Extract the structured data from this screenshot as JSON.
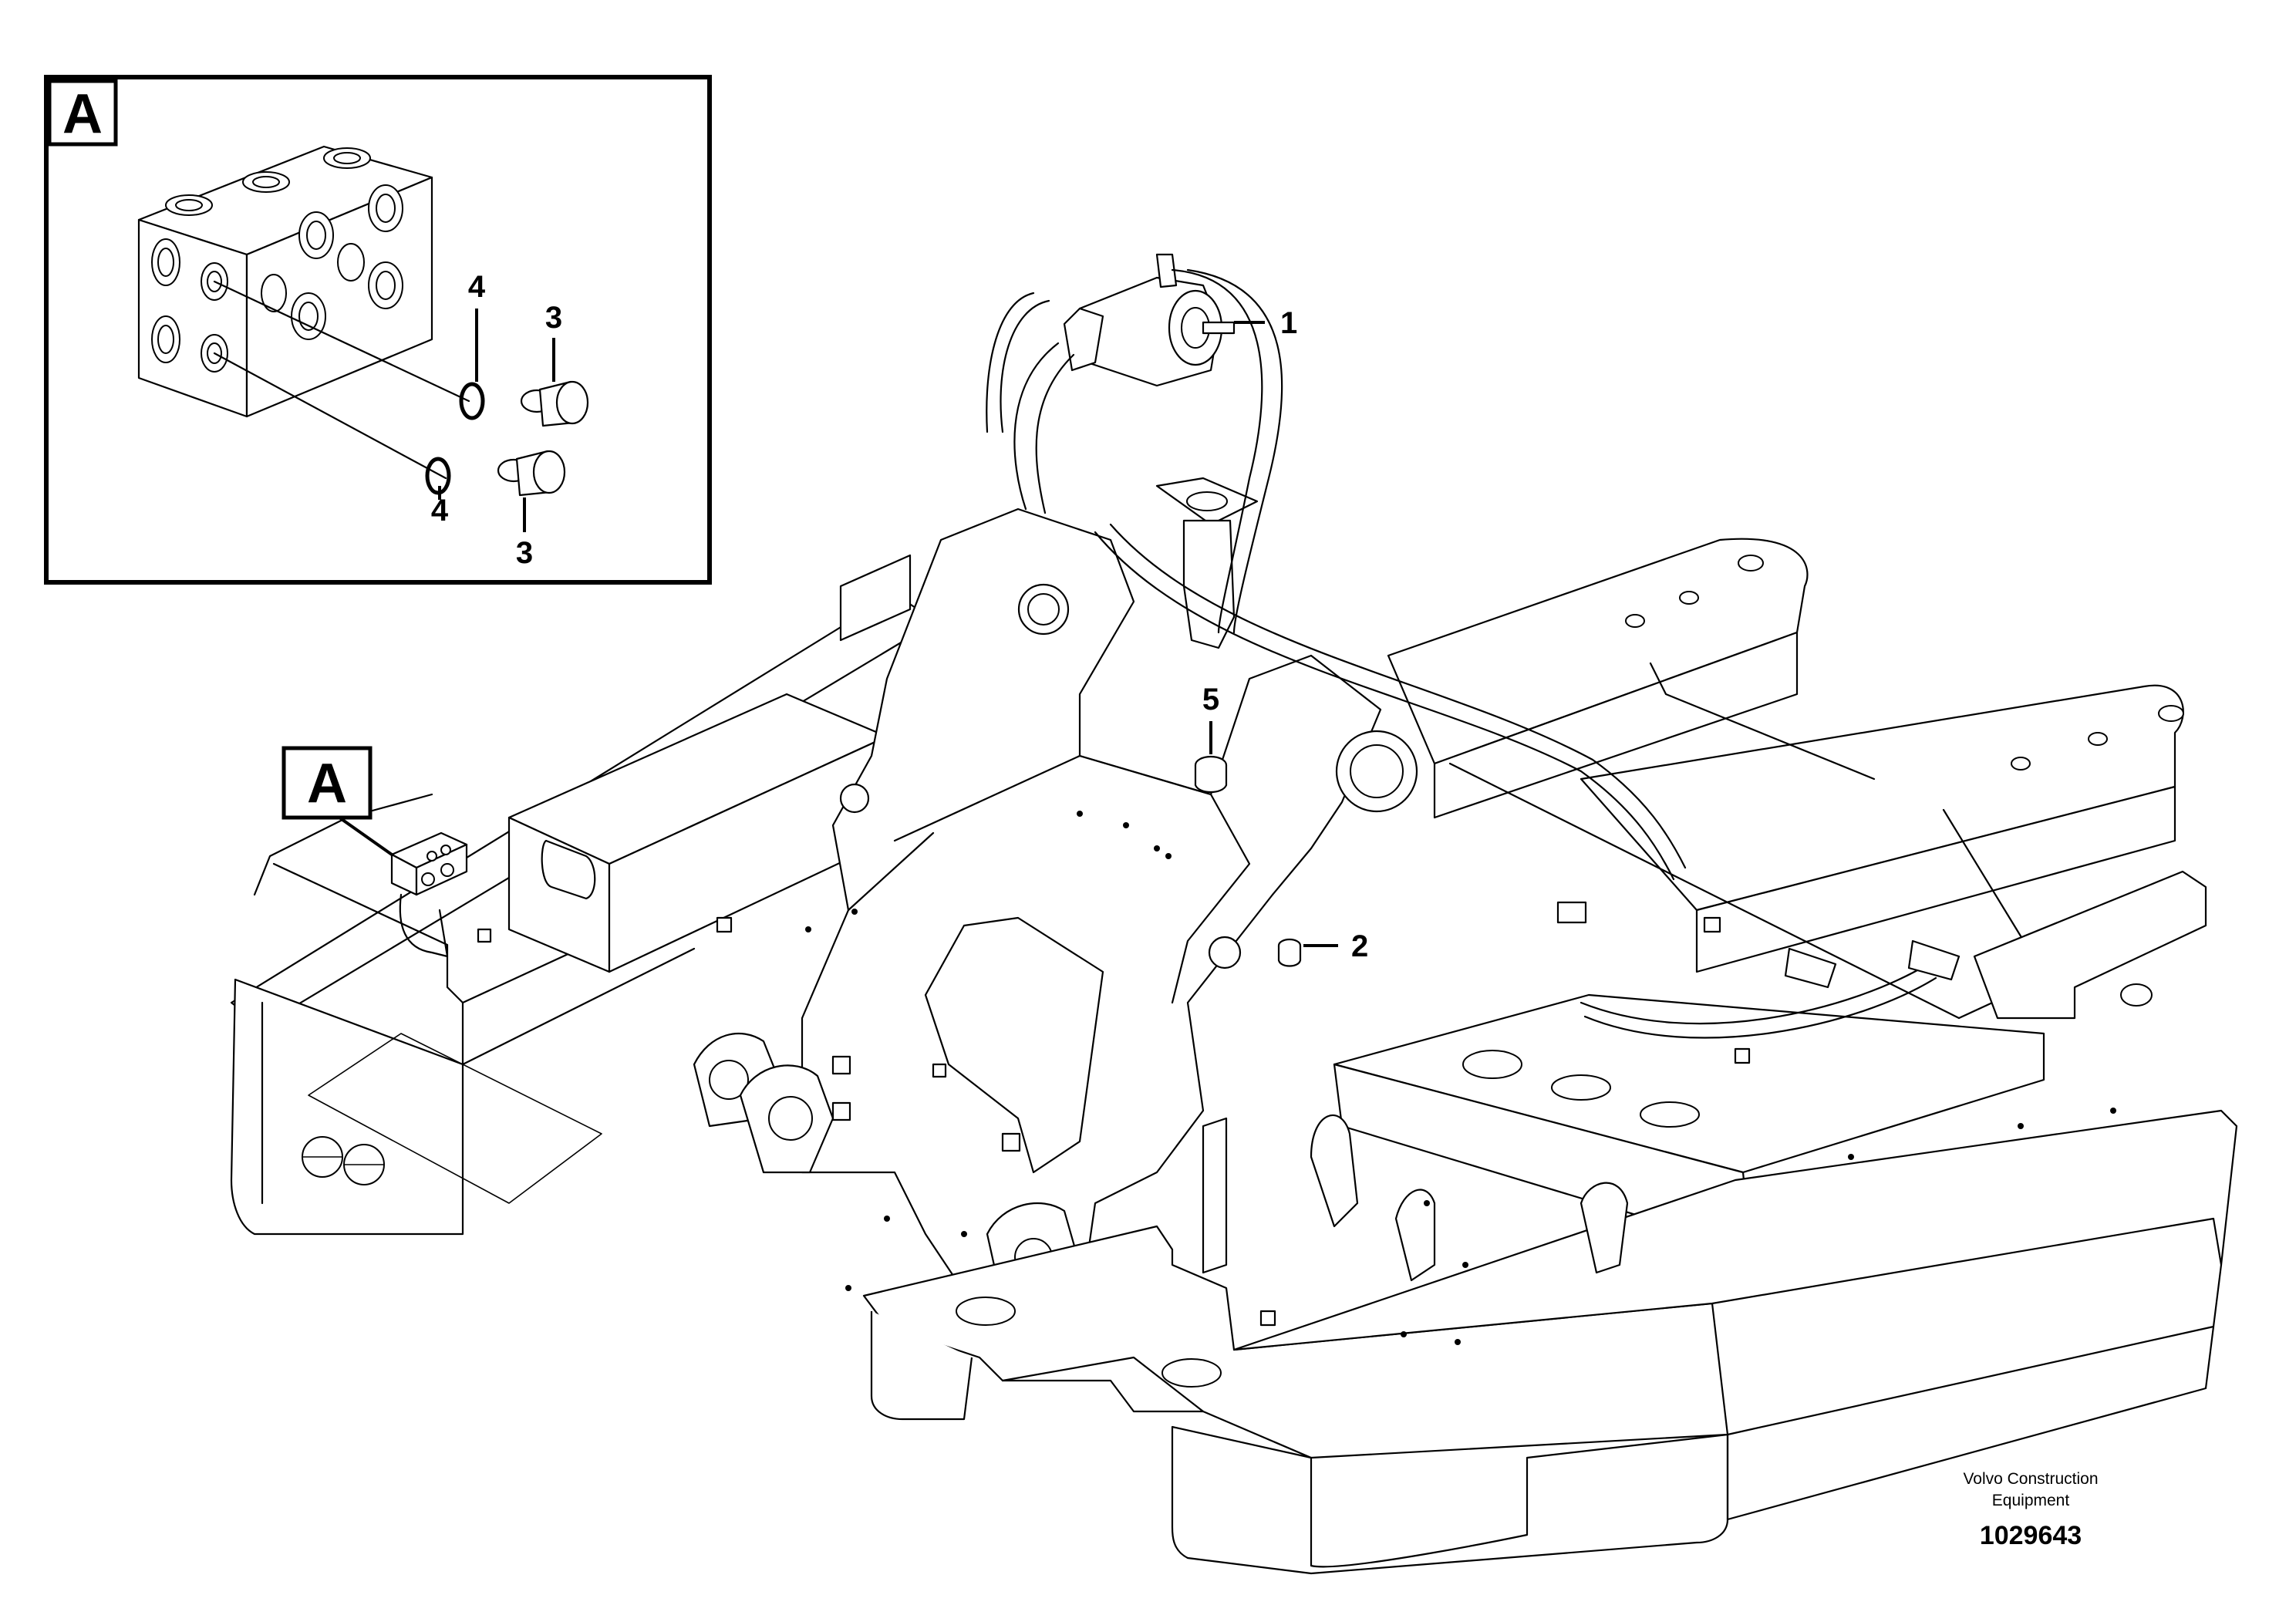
{
  "detail_view": {
    "label": "A"
  },
  "location_marker": {
    "label": "A"
  },
  "callouts": [
    {
      "id": "1",
      "text": "1"
    },
    {
      "id": "2",
      "text": "2"
    },
    {
      "id": "5",
      "text": "5"
    },
    {
      "id": "3a",
      "text": "3"
    },
    {
      "id": "3b",
      "text": "3"
    },
    {
      "id": "4a",
      "text": "4"
    },
    {
      "id": "4b",
      "text": "4"
    }
  ],
  "maker": {
    "line1": "Volvo Construction",
    "line2": "Equipment"
  },
  "doc_number": "1029643"
}
